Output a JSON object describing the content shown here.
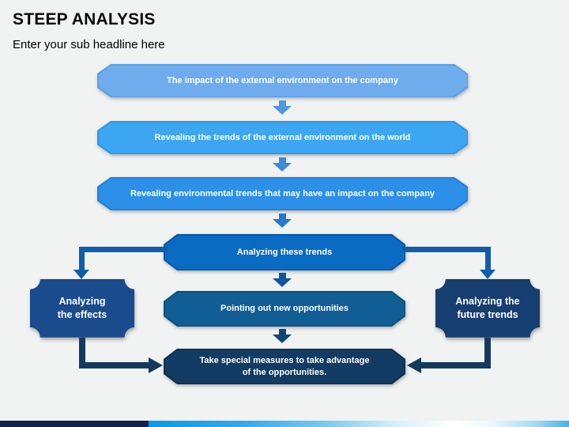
{
  "slide": {
    "title": "STEEP ANALYSIS",
    "subtitle": "Enter your sub headline here"
  },
  "flow": {
    "steps": [
      {
        "label": "The impact of the external environment on the company",
        "fill": "#6FACEE",
        "edge": "#58A0E6"
      },
      {
        "label": "Revealing the trends of the external environment on the world",
        "fill": "#3DA6F2",
        "edge": "#2E95E6"
      },
      {
        "label": "Revealing environmental trends that may have an impact on the company",
        "fill": "#2C8FE8",
        "edge": "#1F7FDA"
      },
      {
        "label": "Analyzing these trends",
        "fill": "#0A6BC2",
        "edge": "#0758A5"
      },
      {
        "label": "Pointing out new opportunities",
        "fill": "#115E95",
        "edge": "#0C5081"
      },
      {
        "label": "Take special measures to take advantage of the opportunities.",
        "fill": "#123C63",
        "edge": "#0E3152"
      }
    ],
    "arrow_colors": [
      "#4E96DD",
      "#3C8CD9",
      "#2478D0",
      "#11549F",
      "#114872"
    ],
    "side_left": {
      "label": "Analyzing the effects",
      "fill": "#1A4B8C"
    },
    "side_right": {
      "label": "Analyzing the future trends",
      "fill": "#173E70"
    },
    "elbow_top_color": "#0F5EAC",
    "elbow_bottom_color": "#14395E"
  },
  "footer": {
    "bar_navy": "#101F4D",
    "bar_blue": "#0C99E6",
    "bar_bright": "#45B2E5"
  }
}
